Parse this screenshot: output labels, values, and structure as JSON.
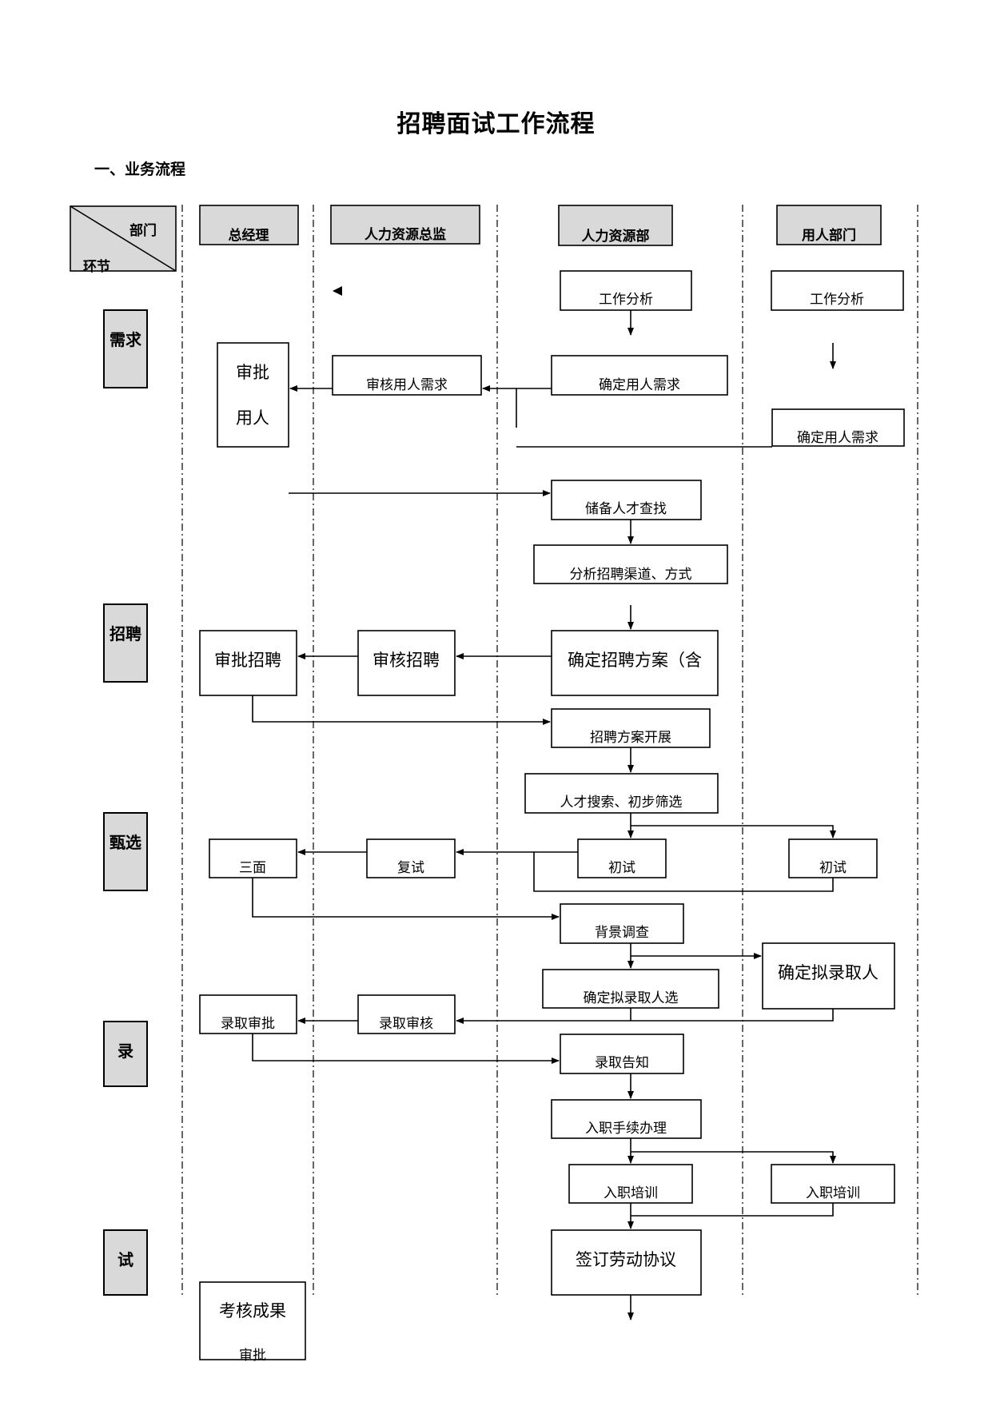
{
  "title": "招聘面试工作流程",
  "section": "一、业务流程",
  "corner": {
    "top": "部门",
    "bottom": "环节"
  },
  "headers": [
    "总经理",
    "人力资源总监",
    "人力资源部",
    "用人部门"
  ],
  "stages": [
    "需求",
    "招聘",
    "甄选",
    "录",
    "试"
  ],
  "boxes": {
    "job_analysis_hr": "工作分析",
    "job_analysis_dept": "工作分析",
    "approve_demand_1": "审批",
    "approve_demand_2": "用人",
    "review_demand": "审核用人需求",
    "confirm_demand_hr": "确定用人需求",
    "confirm_demand_dept": "确定用人需求",
    "talent_search": "储备人才查找",
    "analyze_channels": "分析招聘渠道、方式",
    "approve_plan": "审批招聘",
    "review_plan": "审核招聘",
    "confirm_plan": "确定招聘方案（含",
    "execute_plan": "招聘方案开展",
    "screening": "人才搜索、初步筛选",
    "third_interview": "三面",
    "second_interview": "复试",
    "first_interview_hr": "初试",
    "first_interview_dept": "初试",
    "background_check": "背景调查",
    "select_candidate_dept": "确定拟录取人",
    "select_candidate_hr": "确定拟录取人选",
    "offer_approval": "录取审批",
    "offer_review": "录取审核",
    "offer_notice": "录取告知",
    "onboarding": "入职手续办理",
    "training_hr": "入职培训",
    "training_dept": "入职培训",
    "sign_contract": "签订劳动协议",
    "probation_result_1": "考核成果",
    "probation_result_2": "审批"
  },
  "colors": {
    "header_fill": "#d9d9d9",
    "line": "#000000",
    "background": "#ffffff"
  }
}
